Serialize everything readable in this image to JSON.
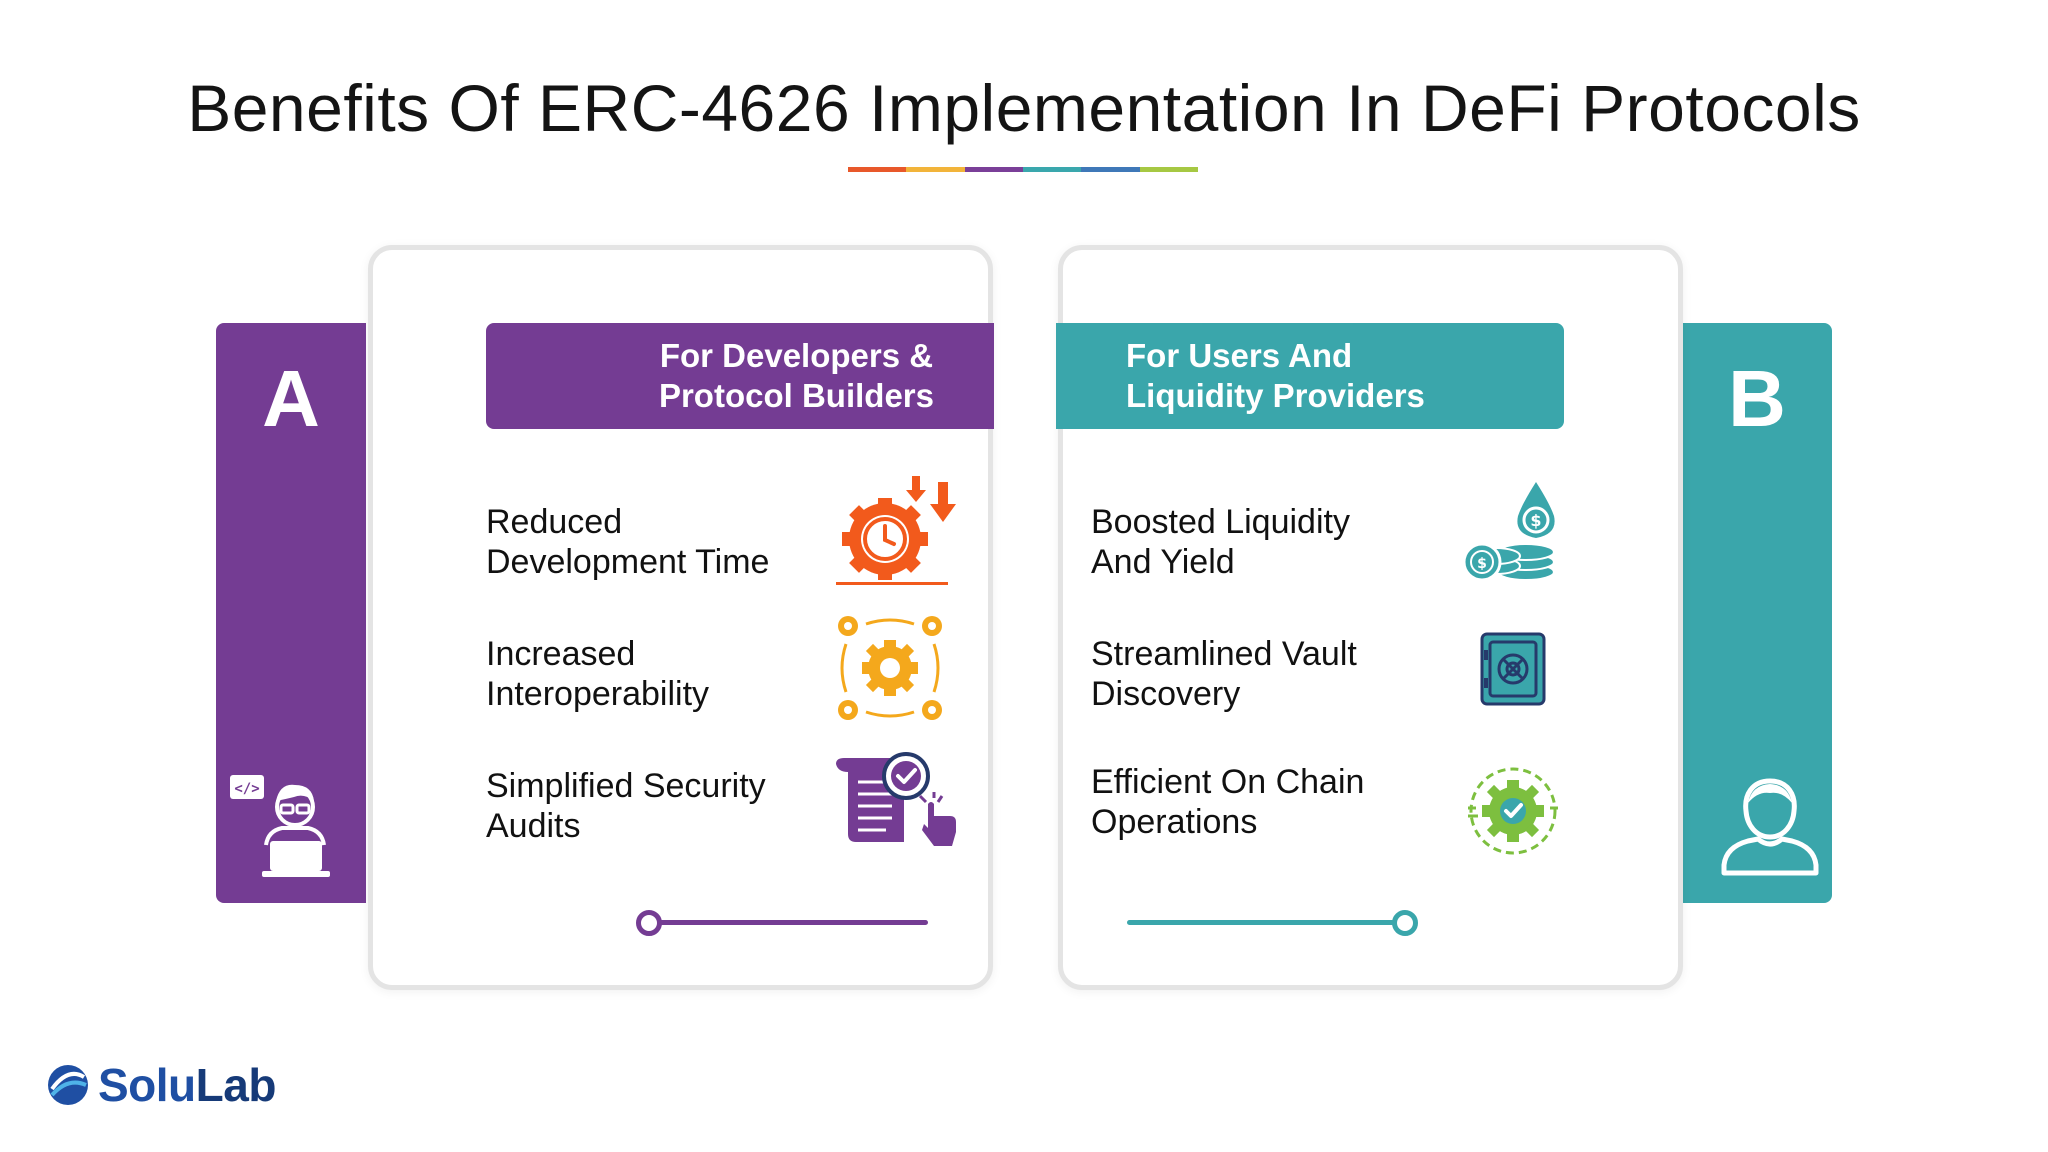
{
  "title": "Benefits Of ERC-4626 Implementation In DeFi Protocols",
  "title_rule_colors": [
    "#e8582a",
    "#f2b43a",
    "#7a3f98",
    "#3aa7ad",
    "#3f78b8",
    "#a6c843"
  ],
  "colors": {
    "purple": "#743c93",
    "teal": "#3aa6ab",
    "orange": "#f25a1c",
    "yellow": "#f4a81c",
    "navy": "#263a6b"
  },
  "panel_a": {
    "letter": "A",
    "banner_line1": "For Developers &",
    "banner_line2": "Protocol Builders",
    "items": [
      {
        "line1": "Reduced",
        "line2": "Development Time",
        "icon": "gear-clock-icon"
      },
      {
        "line1": "Increased",
        "line2": "Interoperability",
        "icon": "gears-cycle-icon"
      },
      {
        "line1": "Simplified Security",
        "line2": "Audits",
        "icon": "document-check-icon"
      }
    ],
    "person_icon": "developer-icon"
  },
  "panel_b": {
    "letter": "B",
    "banner_line1": "For Users And",
    "banner_line2": "Liquidity Providers",
    "items": [
      {
        "line1": "Boosted Liquidity",
        "line2": "And Yield",
        "icon": "coins-drop-icon"
      },
      {
        "line1": "Streamlined Vault",
        "line2": "Discovery",
        "icon": "vault-icon"
      },
      {
        "line1": "Efficient On Chain",
        "line2": "Operations",
        "icon": "gear-check-icon"
      }
    ],
    "person_icon": "user-icon"
  },
  "logo": {
    "part1": "Solu",
    "part2": "Lab"
  }
}
